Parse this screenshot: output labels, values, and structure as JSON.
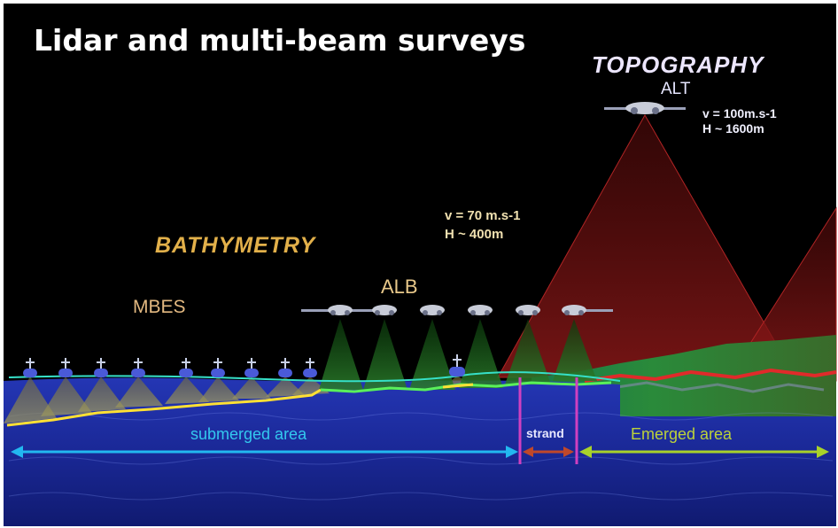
{
  "title": "Lidar and multi-beam surveys",
  "topography": {
    "heading": "TOPOGRAPHY",
    "system": "ALT",
    "velocity": "v = 100m.s-1",
    "height": "H ~ 1600m"
  },
  "bathymetry": {
    "heading": "BATHYMETRY",
    "alb_system": "ALB",
    "alb_velocity": "v = 70 m.s-1",
    "alb_height": "H ~ 400m",
    "mbes_system": "MBES"
  },
  "zones": {
    "submerged": "submerged area",
    "strand": "strand",
    "emerged": "Emerged area"
  },
  "colors": {
    "background": "#000000",
    "sea": "#1a2a9c",
    "alt_cone": "#7a1414",
    "alb_cone": "#1f6a1f",
    "mbes_cone": "#8a8442",
    "submerged_arrow": "#22b8f0",
    "strand_arrow": "#c0482a",
    "emerged_arrow": "#a8d22a",
    "boundary_line": "#d040c0",
    "seafloor_line": "#ffe034",
    "water_surface": "#36e0c8"
  }
}
